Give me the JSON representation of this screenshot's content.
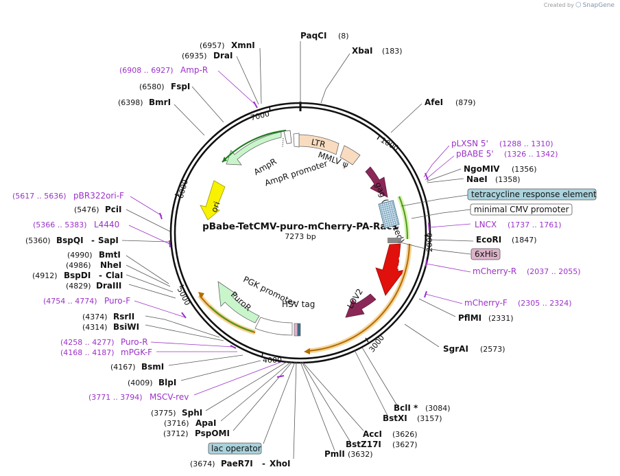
{
  "credit": {
    "prefix": "Created by",
    "brand": "SnapGene"
  },
  "plasmid": {
    "name": "pBabe-TetCMV-puro-mCherry-PA-Rac1",
    "length": "7273 bp"
  },
  "ticks": [
    "1000",
    "2000",
    "3000",
    "4000",
    "5000",
    "6000",
    "7000"
  ],
  "enzymes": {
    "PaqCI": {
      "name": "PaqCI",
      "pos": "(8)"
    },
    "XbaI": {
      "name": "XbaI",
      "pos": "(183)"
    },
    "AfeI": {
      "name": "AfeI",
      "pos": "(879)"
    },
    "NgoMIV": {
      "name": "NgoMIV",
      "pos": "(1356)"
    },
    "NaeI": {
      "name": "NaeI",
      "pos": "(1358)"
    },
    "EcoRI": {
      "name": "EcoRI",
      "pos": "(1847)"
    },
    "PflMI": {
      "name": "PflMI",
      "pos": "(2331)"
    },
    "SgrAI": {
      "name": "SgrAI",
      "pos": "(2573)"
    },
    "BclI": {
      "name": "BclI *",
      "pos": "(3084)"
    },
    "BstXI": {
      "name": "BstXI",
      "pos": "(3157)"
    },
    "AccI": {
      "name": "AccI",
      "pos": "(3626)"
    },
    "BstZ17I": {
      "name": "BstZ17I",
      "pos": "(3627)"
    },
    "PmlI": {
      "name": "PmlI",
      "pos": "(3632)"
    },
    "PaeR7I": {
      "name": "PaeR7I",
      "sep": "-",
      "name2": "XhoI",
      "pos": "(3674)"
    },
    "PspOMI": {
      "name": "PspOMI",
      "pos": "(3712)"
    },
    "ApaI": {
      "name": "ApaI",
      "pos": "(3716)"
    },
    "SphI": {
      "name": "SphI",
      "pos": "(3775)"
    },
    "BlpI": {
      "name": "BlpI",
      "pos": "(4009)"
    },
    "BsmI": {
      "name": "BsmI",
      "pos": "(4167)"
    },
    "BsiWI": {
      "name": "BsiWI",
      "pos": "(4314)"
    },
    "RsrII": {
      "name": "RsrII",
      "pos": "(4374)"
    },
    "DraIII": {
      "name": "DraIII",
      "pos": "(4829)"
    },
    "BspDI": {
      "name": "BspDI",
      "sep": "-",
      "name2": "ClaI",
      "pos": "(4912)"
    },
    "NheI": {
      "name": "NheI",
      "pos": "(4986)"
    },
    "BmtI": {
      "name": "BmtI",
      "pos": "(4990)"
    },
    "BspQI": {
      "name": "BspQI",
      "sep": "-",
      "name2": "SapI",
      "pos": "(5360)"
    },
    "PciI": {
      "name": "PciI",
      "pos": "(5476)"
    },
    "BmrI": {
      "name": "BmrI",
      "pos": "(6398)"
    },
    "FspI": {
      "name": "FspI",
      "pos": "(6580)"
    },
    "DraI": {
      "name": "DraI",
      "pos": "(6935)"
    },
    "XmnI": {
      "name": "XmnI",
      "pos": "(6957)"
    }
  },
  "primers": {
    "pLXSN5": {
      "name": "pLXSN 5'",
      "range": "(1288 .. 1310)"
    },
    "pBABE5": {
      "name": "pBABE 5'",
      "range": "(1326 .. 1342)"
    },
    "LNCX": {
      "name": "LNCX",
      "range": "(1737 .. 1761)"
    },
    "mCherryR": {
      "name": "mCherry-R",
      "range": "(2037 .. 2055)"
    },
    "mCherryF": {
      "name": "mCherry-F",
      "range": "(2305 .. 2324)"
    },
    "PuroR": {
      "name": "Puro-R",
      "range": "(4258 .. 4277)"
    },
    "mPGKF": {
      "name": "mPGK-F",
      "range": "(4168 .. 4187)"
    },
    "MSCVrev": {
      "name": "MSCV-rev",
      "range": "(3771 .. 3794)"
    },
    "PuroF": {
      "name": "Puro-F",
      "range": "(4754 .. 4774)"
    },
    "L4440": {
      "name": "L4440",
      "range": "(5366 .. 5383)"
    },
    "pBR322oriF": {
      "name": "pBR322ori-F",
      "range": "(5617 .. 5636)"
    },
    "AmpR": {
      "name": "Amp-R",
      "range": "(6908 .. 6927)"
    }
  },
  "boxes": {
    "tre": "tetracycline response element",
    "mcmv": "minimal CMV promoter",
    "his": "6xHis",
    "lac": "lac operator"
  },
  "features": {
    "LTR": "LTR",
    "MMLV": "MMLV ψ",
    "gag": "gag (truncated)",
    "mCherry": "mCherry",
    "LOV2": "LOV2",
    "HSVtag": "HSV tag",
    "PGK": "PGK promoter",
    "PuroR": "PuroR",
    "ori": "ori",
    "AmpR": "AmpR",
    "AmpRprom": "AmpR promoter"
  },
  "colors": {
    "backbone": "#111111",
    "ampR": "#c9f5cb",
    "ltr": "#f9dcbf",
    "gag": "#8b2757",
    "mcherry": "#e0100c",
    "ori": "#f8f200",
    "puroR": "#c9f5cb",
    "primer": "#9b30c8",
    "tre_box": "#a9d3dd",
    "his_box": "#ddb3c9",
    "lac_box": "#a9d3dd",
    "orf_arrow": "#f0a030",
    "orf_arrow_green": "#78b838"
  }
}
